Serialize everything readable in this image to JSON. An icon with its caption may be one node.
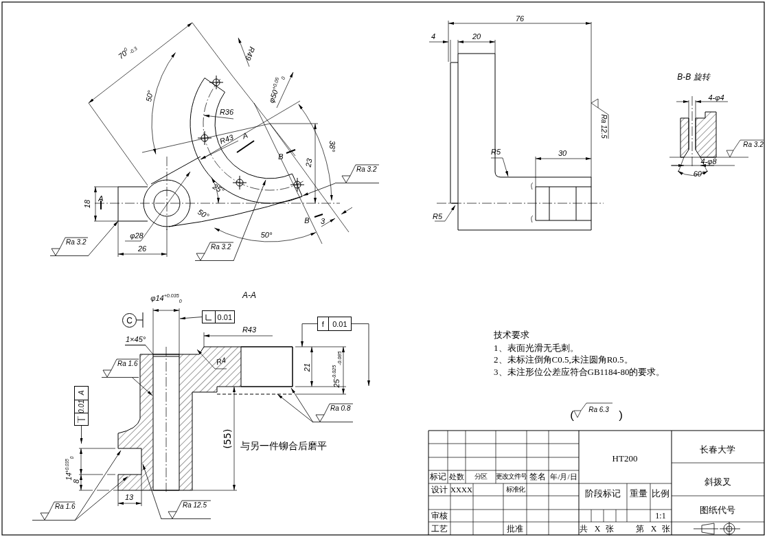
{
  "diagram": {
    "nodes": [
      {
        "text": [
          "Ra 3.2"
        ]
      },
      {
        "text": [
          "Ra 3.2"
        ]
      },
      {
        "text": [
          "Ra 3.2"
        ]
      },
      {
        "text": [
          "C"
        ]
      },
      {
        "text": [
          "0.01"
        ]
      },
      {
        "text": [
          "f",
          "0.01"
        ]
      },
      {
        "text": [
          "Ra 1.6"
        ]
      },
      {
        "text": [
          "0.01",
          "A"
        ]
      },
      {
        "text": [
          "Ra 0.8"
        ]
      },
      {
        "text": [
          "Ra 1.6"
        ]
      },
      {
        "text": [
          "Ra 12.5"
        ]
      },
      {
        "text": [],
        "shape": "picture"
      },
      {
        "text": [],
        "shape": "picture"
      },
      {
        "text": [
          "1×45°"
        ]
      }
    ],
    "edges": [
      {
        "from": 0,
        "to": 11,
        "arrow": "to"
      },
      {
        "from": 1,
        "to": 11,
        "arrow": "to"
      },
      {
        "from": 2,
        "to": 11,
        "arrow": "to"
      },
      {
        "from": 4,
        "to": null,
        "arrow": "to"
      },
      {
        "from": 5,
        "to": 12,
        "arrow": "to"
      },
      {
        "from": 5,
        "to": null,
        "arrow": "to"
      },
      {
        "from": 6,
        "to": 12,
        "arrow": "to"
      },
      {
        "from": 7,
        "to": null,
        "arrow": "to"
      },
      {
        "from": 8,
        "to": 12,
        "arrow": "to"
      },
      {
        "from": 8,
        "to": 12,
        "arrow": "to"
      },
      {
        "from": 9,
        "to": 12,
        "arrow": "to"
      },
      {
        "from": 9,
        "to": 12,
        "arrow": "to"
      },
      {
        "from": 10,
        "to": 12,
        "arrow": "to"
      },
      {
        "from": 13,
        "to": 12,
        "arrow": "none"
      }
    ],
    "labels": [
      "70$^{0}$$_{-0.3}$",
      "50°",
      "R49",
      "φ50$^{+0.05}$$_{0}$",
      "R36",
      "R43",
      "A",
      "B",
      "23",
      "38°",
      "25°",
      "18",
      "A",
      "50°",
      "B",
      "3",
      "φ28",
      "50°",
      "26",
      "76",
      "4",
      "20",
      "Ra 12.5",
      "R5",
      "30",
      "R5",
      "B-B 旋转",
      "4-φ4",
      "Ra 3.2",
      "4-φ8",
      "60°",
      "A-A",
      "φ14$^{+0.035}$$_{0}$",
      "R43",
      "R4",
      "21",
      "25$^{-0.025}$$_{-0.085}$",
      "(55)",
      "与另一件铆合后磨平",
      "14$^{+0.035}$$_{0}$",
      "8",
      "13",
      "技术要求",
      "1、表面光滑无毛刺。",
      "2、未标注倒角C0.5,未注圆角R0.5。",
      "3、未注形位公差应符合GB1184-80的要求。",
      "(",
      "Ra 6.3",
      ")",
      "HT200",
      "长春大学",
      "标记",
      "处数",
      "分区",
      "更改文件号",
      "签名",
      "年/月/日",
      "斜拨叉",
      "设计",
      "XXXX",
      "标准化",
      "阶段标记",
      "重量",
      "比例",
      "图纸代号",
      "审核",
      "1:1",
      "工艺",
      "批准",
      "共",
      "X",
      "张",
      "第",
      "X",
      "张"
    ]
  }
}
